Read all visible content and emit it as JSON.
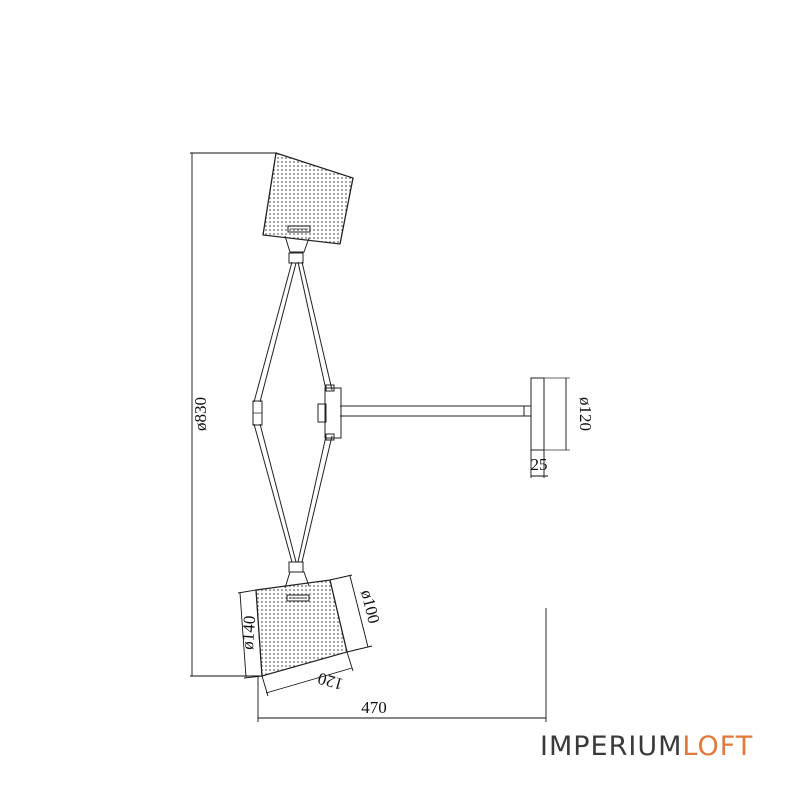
{
  "dimensions": {
    "height": "ø830",
    "width": "470",
    "base_diameter": "ø120",
    "base_depth": "25",
    "shade_top": "ø100",
    "shade_bottom": "ø140",
    "shade_height": "120"
  },
  "logo": {
    "part1": "IMPERIUM",
    "part2": "LOFT",
    "accent_color": "#e07a3a",
    "text_color": "#3a3a3a"
  }
}
